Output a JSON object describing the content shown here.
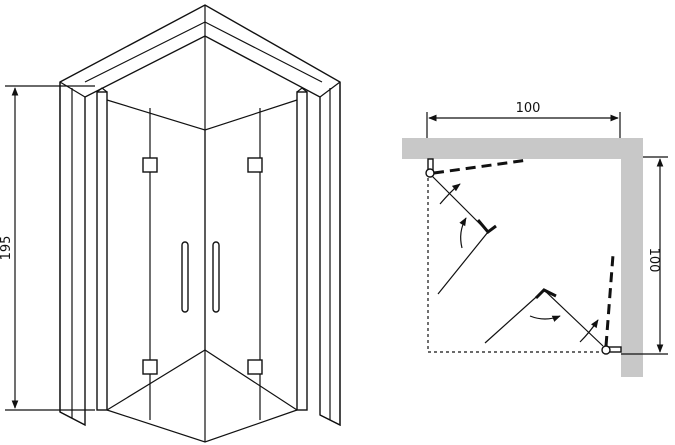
{
  "front_view": {
    "height_label": "195"
  },
  "plan_view": {
    "width_label": "100",
    "depth_label": "100",
    "wall_color": "#c8c8c8"
  }
}
